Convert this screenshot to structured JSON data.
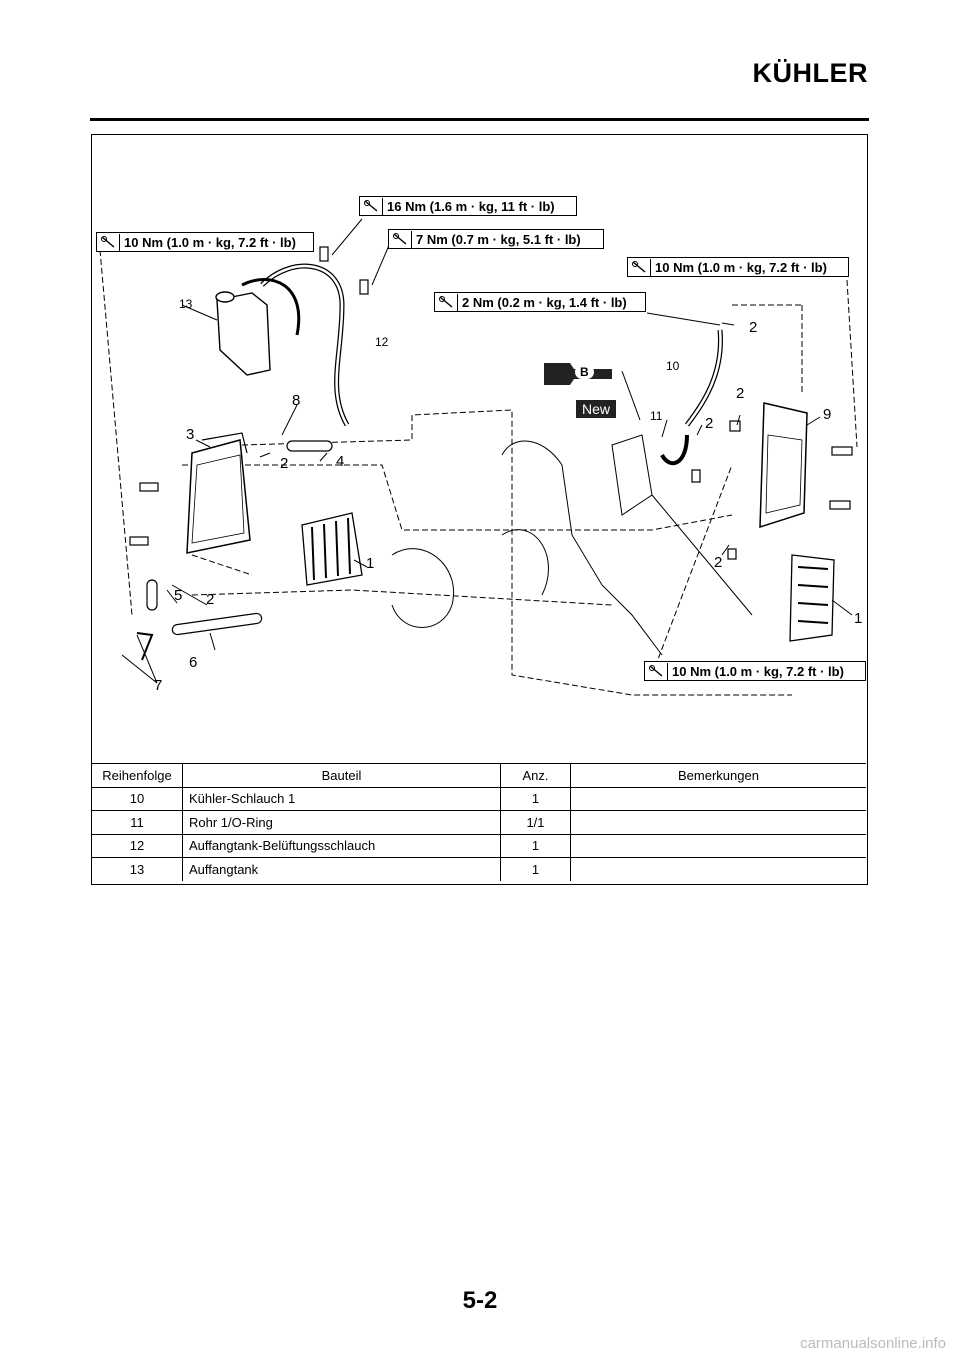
{
  "header": {
    "title": "KÜHLER"
  },
  "torque_labels": [
    "16 Nm (1.6 m · kg, 11 ft · lb)",
    "10 Nm (1.0 m · kg, 7.2 ft · lb)",
    "7 Nm (0.7 m · kg, 5.1 ft · lb)",
    "10 Nm (1.0 m · kg, 7.2 ft · lb)",
    "2 Nm (0.2 m · kg, 1.4 ft · lb)",
    "10 Nm (1.0 m · kg, 7.2 ft · lb)"
  ],
  "callouts": [
    "13",
    "12",
    "8",
    "3",
    "2",
    "4",
    "1",
    "5",
    "2",
    "6",
    "7",
    "10",
    "2",
    "11",
    "2",
    "2",
    "9",
    "2",
    "1"
  ],
  "badges": {
    "lubricant": "B",
    "new_part": "New"
  },
  "table": {
    "headers": [
      "Reihenfolge",
      "Bauteil",
      "Anz.",
      "Bemerkungen"
    ],
    "rows": [
      {
        "seq": "10",
        "part": "Kühler-Schlauch 1",
        "qty": "1",
        "remarks": ""
      },
      {
        "seq": "11",
        "part": "Rohr 1/O-Ring",
        "qty": "1/1",
        "remarks": ""
      },
      {
        "seq": "12",
        "part": "Auffangtank-Belüftungsschlauch",
        "qty": "1",
        "remarks": ""
      },
      {
        "seq": "13",
        "part": "Auffangtank",
        "qty": "1",
        "remarks": ""
      }
    ]
  },
  "footer": {
    "page_number": "5-2",
    "watermark": "carmanualsonline.info"
  }
}
